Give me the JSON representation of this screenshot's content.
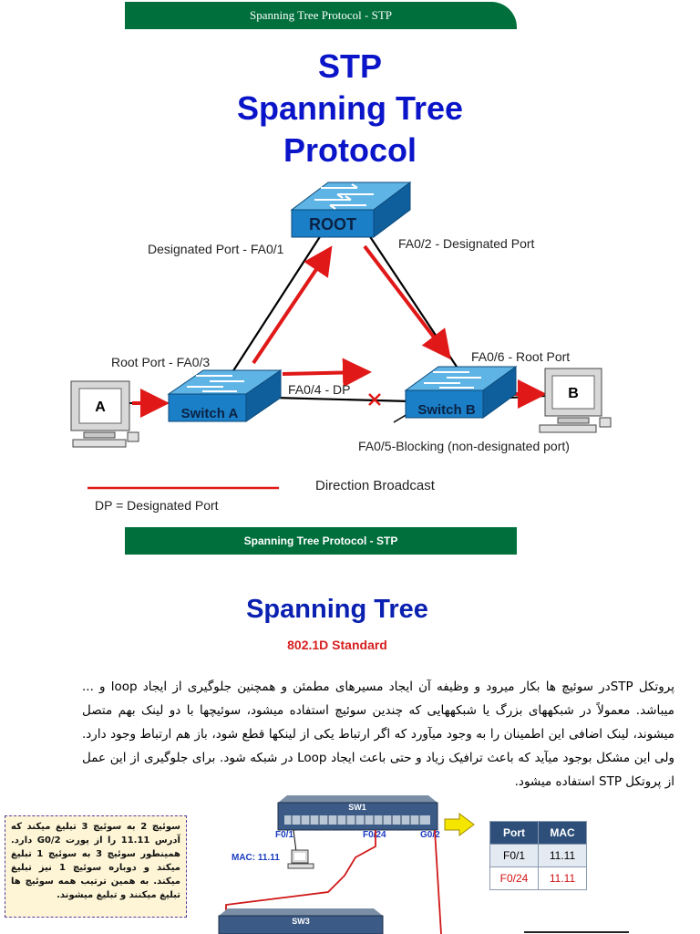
{
  "header_banner": "Spanning Tree Protocol - STP",
  "title_lines": [
    "STP",
    "Spanning Tree",
    "Protocol"
  ],
  "diagram": {
    "root_label": "ROOT",
    "switch_a_label": "Switch A",
    "switch_b_label": "Switch B",
    "host_a_label": "A",
    "host_b_label": "B",
    "port_root_left": "Designated Port - FA0/1",
    "port_root_right": "FA0/2 - Designated Port",
    "port_a_root": "Root Port - FA0/3",
    "port_a_dp": "FA0/4 - DP",
    "port_b_root": "FA0/6 - Root Port",
    "port_b_blocking": "FA0/5-Blocking (non-designated port)",
    "legend_broadcast": "Direction Broadcast",
    "legend_dp": "DP = Designated Port",
    "colors": {
      "arrow": "#e01818",
      "switch": "#1a7fc6",
      "switch_top": "#5fb4e6"
    }
  },
  "mid_banner": "Spanning Tree Protocol - STP",
  "section": {
    "title": "Spanning Tree",
    "subtitle": "802.1D  Standard",
    "paragraph": "پروتکل STPدر سوئیچ ها بکار میرود و وظیفه آن ایجاد مسیرهای مطمئن و همچنین جلوگیری از ایجاد loop و ... میباشد. معمولاً در شبکههای بزرگ یا شبکههایی که چندین سوئیچ استفاده میشود، سوئیچها با دو لینک بهم متصل میشوند، لینک اضافی این اطمینان را به وجود میآورد که اگر ارتباط یکی از لینکها قطع شود، باز هم ارتباط وجود دارد. ولی این مشکل بوجود میآید که باعث ترافیک زیاد و حتی باعث ایجاد Loop در شبکه شود. برای جلوگیری از این عمل از پروتکل STP استفاده میشود."
  },
  "note_text": "سوئیچ 2 به سوئیچ 3 تبلیغ میکند که آدرس 11.11 را از پورت G0/2 دارد. همینطور سوئیچ 3 به سوئیچ 1 تبلیغ میکند و دوباره سوئیچ 1 نیز تبلیغ میکند. به همین ترتیب همه سوئیچ ها تبلیغ میکنند و تبلیغ میشوند.",
  "figure": {
    "sw1_label": "SW1",
    "sw3_label": "SW3",
    "port_f01": "F0/1",
    "port_f024": "F0/24",
    "port_g02": "G0/2",
    "mac_label": "MAC: 11.11"
  },
  "mac_table": {
    "headers": [
      "Port",
      "MAC"
    ],
    "rows": [
      [
        "F0/1",
        "11.11"
      ],
      [
        "F0/24",
        "11.11"
      ]
    ]
  }
}
